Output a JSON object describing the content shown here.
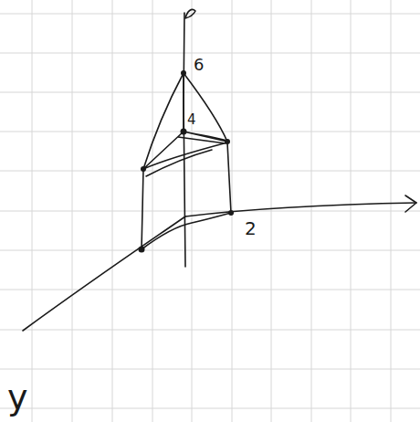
{
  "diagram": {
    "labels": [
      "6",
      "4",
      "2",
      "y"
    ]
  }
}
